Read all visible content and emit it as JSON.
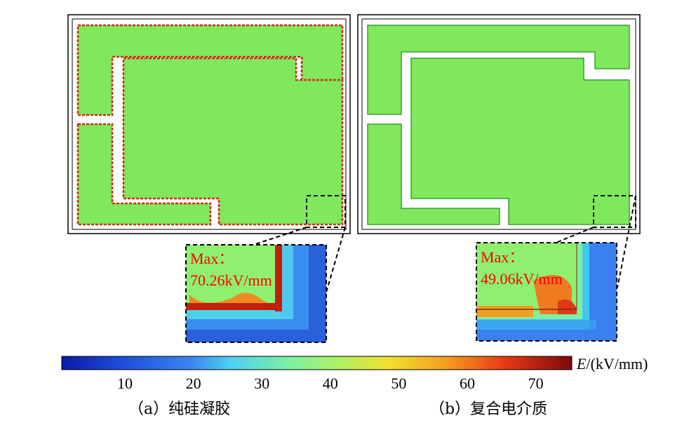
{
  "panel_a": {
    "inset_max_label": "Max：",
    "inset_max_value": "70.26kV/mm",
    "caption": "（a）纯硅凝胶"
  },
  "panel_b": {
    "inset_max_label": "Max：",
    "inset_max_value": "49.06kV/mm",
    "caption": "（b）复合电介质"
  },
  "colorbar": {
    "unit_symbol": "E",
    "unit_text": "/(kV/mm)",
    "ticks": [
      "10",
      "20",
      "30",
      "40",
      "50",
      "60",
      "70"
    ]
  },
  "colors": {
    "field_green": "#7fe85c",
    "edge_red": "#d42a10",
    "hot_red": "#c0200c",
    "outline": "#000000"
  }
}
